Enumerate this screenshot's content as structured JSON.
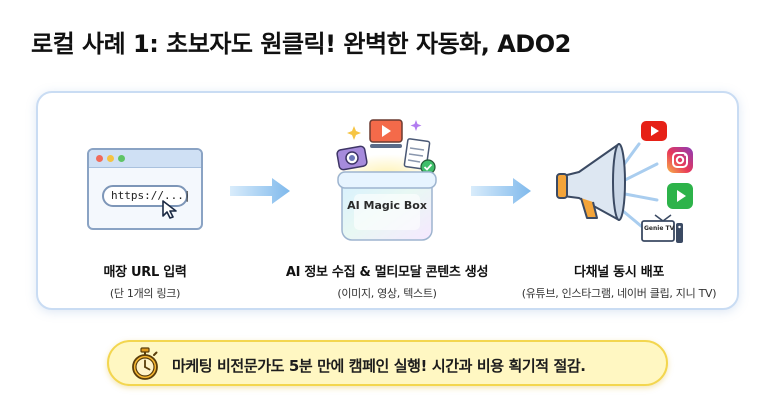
{
  "title": "로컬 사례 1: 초보자도 원클릭! 완벽한 자동화, ADO2",
  "steps": [
    {
      "label": "매장 URL 입력",
      "sub": "(단 1개의 링크)"
    },
    {
      "label": "AI 정보 수집 & 멀티모달 콘텐츠 생성",
      "sub": "(이미지, 영상, 텍스트)"
    },
    {
      "label": "다채널 동시 배포",
      "sub": "(유튜브, 인스타그램, 네이버 클립, 지니 TV)"
    }
  ],
  "browser": {
    "url_text": "https://...|"
  },
  "magic_box": {
    "label": "AI Magic Box"
  },
  "channels": {
    "tv_brand": "Genie TV"
  },
  "banner": {
    "text": "마케팅 비전문가도 5분 만에 캠페인 실행! 시간과 비용 획기적 절감."
  },
  "colors": {
    "card_border": "#c9dcf3",
    "arrow": "#8fc4ef",
    "banner_bg": "#fff7c2",
    "banner_border": "#f3d64f",
    "youtube": "#e62117",
    "clip": "#2db34a"
  }
}
